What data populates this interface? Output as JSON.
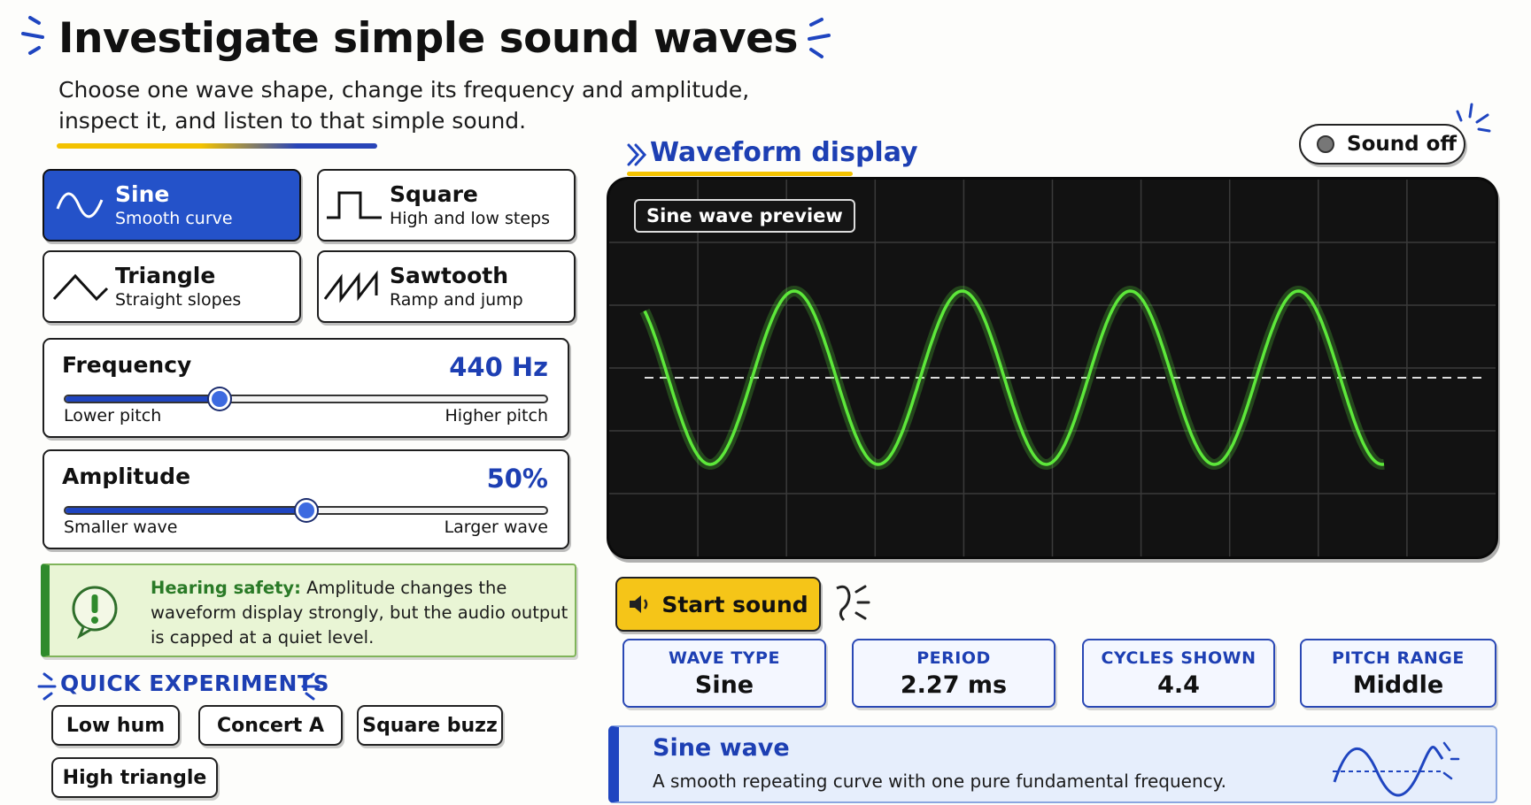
{
  "header": {
    "title": "Investigate simple sound waves",
    "subtitle_line1": "Choose one wave shape, change its frequency and amplitude,",
    "subtitle_line2": "inspect it, and listen to that simple sound."
  },
  "wave_shapes": [
    {
      "name": "Sine",
      "desc": "Smooth curve",
      "icon": "sine-wave-icon",
      "selected": true
    },
    {
      "name": "Square",
      "desc": "High and low steps",
      "icon": "square-wave-icon",
      "selected": false
    },
    {
      "name": "Triangle",
      "desc": "Straight slopes",
      "icon": "triangle-wave-icon",
      "selected": false
    },
    {
      "name": "Sawtooth",
      "desc": "Ramp and jump",
      "icon": "sawtooth-wave-icon",
      "selected": false
    }
  ],
  "frequency": {
    "label": "Frequency",
    "value_text": "440 Hz",
    "level": 0.32,
    "low_label": "Lower pitch",
    "high_label": "Higher pitch"
  },
  "amplitude": {
    "label": "Amplitude",
    "value_text": "50%",
    "level": 0.5,
    "low_label": "Smaller wave",
    "high_label": "Larger wave"
  },
  "safety": {
    "title": "Hearing safety:",
    "message": "Amplitude changes the waveform display strongly, but the audio output is capped at a quiet level."
  },
  "quick_experiments": {
    "title": "QUICK EXPERIMENTS",
    "buttons": [
      "Low hum",
      "Concert A",
      "Square buzz",
      "High triangle"
    ]
  },
  "waveform": {
    "title": "Waveform display",
    "preview_label": "Sine wave preview",
    "sound_toggle": "Sound off",
    "cycles": 4.4,
    "trace_color": "#5de83a"
  },
  "controls": {
    "start_sound": "Start sound"
  },
  "stats": [
    {
      "key": "WAVE TYPE",
      "value": "Sine"
    },
    {
      "key": "PERIOD",
      "value": "2.27 ms"
    },
    {
      "key": "CYCLES SHOWN",
      "value": "4.4"
    },
    {
      "key": "PITCH RANGE",
      "value": "Middle"
    }
  ],
  "info": {
    "heading": "Sine wave",
    "description": "A smooth repeating curve with one pure fundamental frequency."
  },
  "colors": {
    "accent_blue": "#1d3fb3",
    "button_yellow": "#f5c518",
    "safety_green": "#2f8a2c"
  }
}
